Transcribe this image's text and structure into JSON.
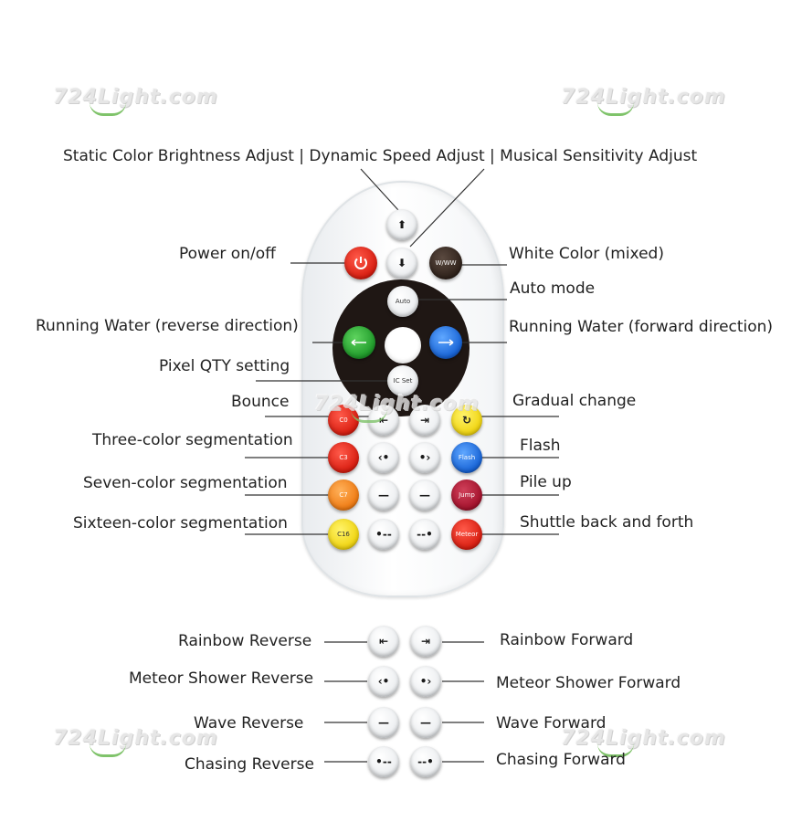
{
  "watermarks": [
    "724Light.com",
    "724Light.com",
    "724Light.com",
    "724Light.com",
    "724Light.com"
  ],
  "labels": {
    "top": "Static Color Brightness Adjust | Dynamic Speed Adjust | Musical Sensitivity Adjust",
    "power": "Power on/off",
    "white": "White Color (mixed)",
    "auto_mode": "Auto mode",
    "run_rev": "Running Water (reverse direction)",
    "run_fwd": "Running Water (forward direction)",
    "pixel": "Pixel QTY setting",
    "bounce": "Bounce",
    "gradual": "Gradual change",
    "three": "Three-color segmentation",
    "flash": "Flash",
    "seven": "Seven-color segmentation",
    "pile": "Pile up",
    "sixteen": "Sixteen-color segmentation",
    "shuttle": "Shuttle back and forth",
    "rainbow_rev": "Rainbow Reverse",
    "rainbow_fwd": "Rainbow Forward",
    "meteor_rev": "Meteor Shower Reverse",
    "meteor_fwd": "Meteor Shower Forward",
    "wave_rev": "Wave Reverse",
    "wave_fwd": "Wave Forward",
    "chase_rev": "Chasing Reverse",
    "chase_fwd": "Chasing Forward"
  },
  "buttons": {
    "up": "⬆",
    "down": "⬇",
    "www": "W/WW",
    "auto": "Auto",
    "ic_set": "IC Set",
    "c0": "C0",
    "c3": "C3",
    "c7": "C7",
    "c16": "C16",
    "flash": "Flash",
    "jump": "Jump",
    "meteor": "Meteor"
  },
  "colors": {
    "power": "#d81d10",
    "run_rev": "#1f9a2a",
    "run_fwd": "#1763d6",
    "c0": "#d81d10",
    "c3": "#d81d10",
    "c7": "#ef7a12",
    "c16": "#f0d410",
    "gradual": "#f0d410",
    "flash": "#1763d6",
    "jump": "#a3122c",
    "meteor": "#d81d10"
  }
}
